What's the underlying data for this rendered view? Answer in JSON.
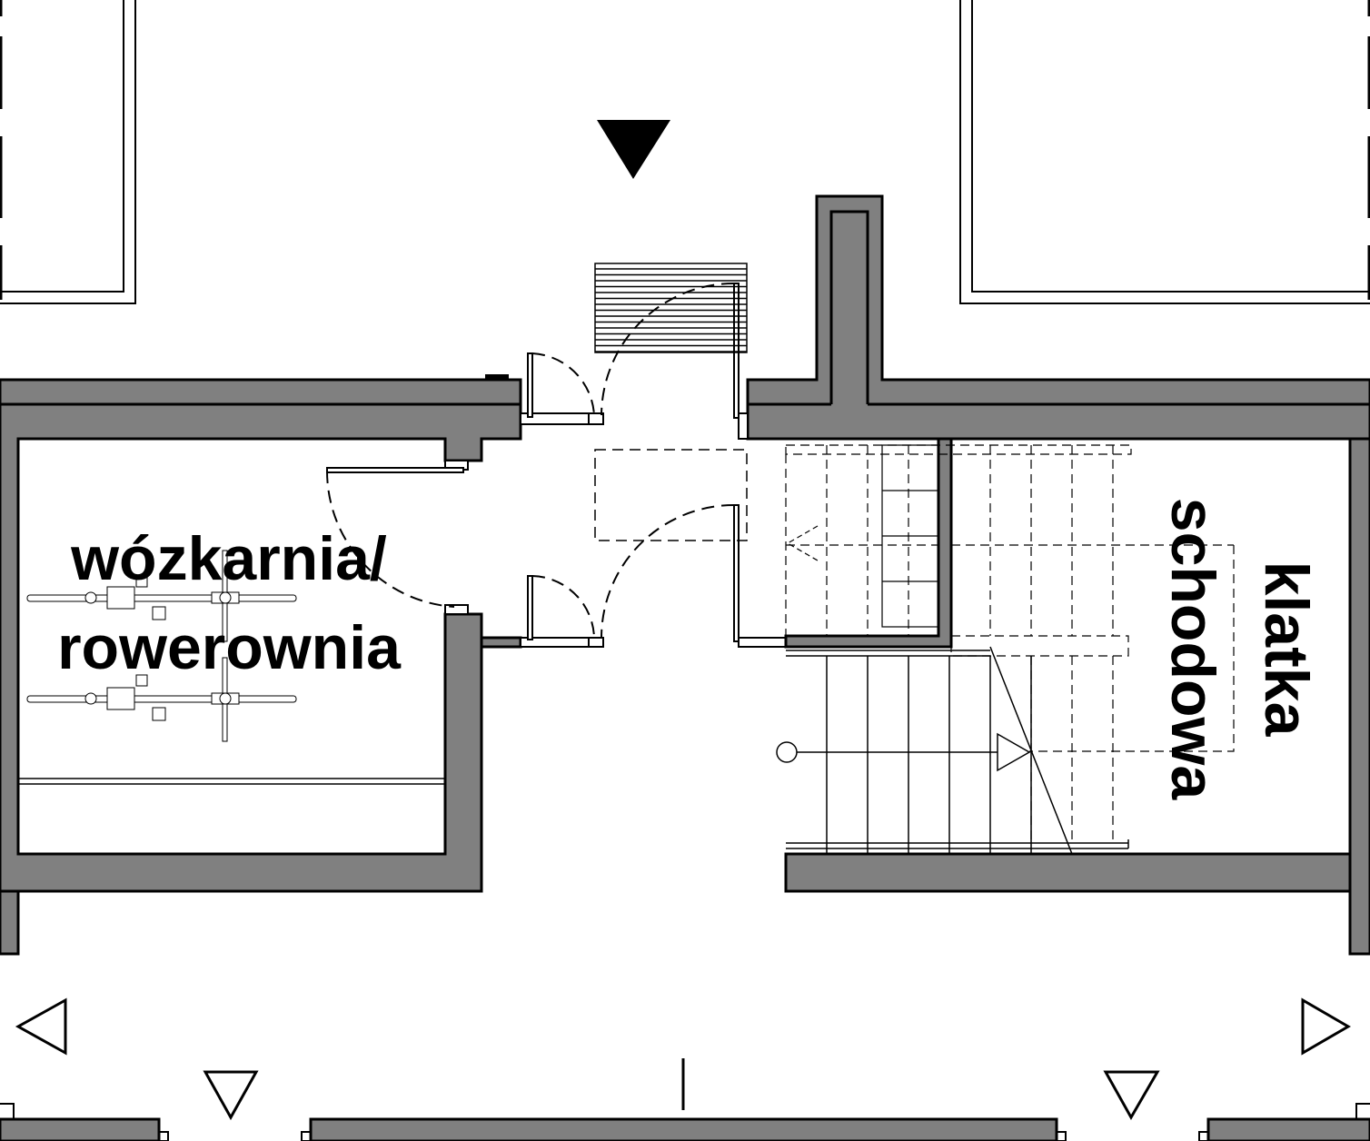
{
  "plan": {
    "colors": {
      "wall_fill": "#808080",
      "line": "#000000",
      "background": "#ffffff"
    },
    "rooms": {
      "storage": {
        "label_line1": "wózkarnia/",
        "label_line2": "rowerownia"
      },
      "stairwell": {
        "label_line1": "klatka",
        "label_line2": "schodowa"
      }
    },
    "symbols": {
      "entrance_marker": "filled-triangle-down",
      "view_markers": [
        "triangle-left",
        "triangle-down",
        "triangle-down",
        "triangle-right"
      ],
      "furniture": [
        "bicycle",
        "bicycle"
      ]
    }
  }
}
